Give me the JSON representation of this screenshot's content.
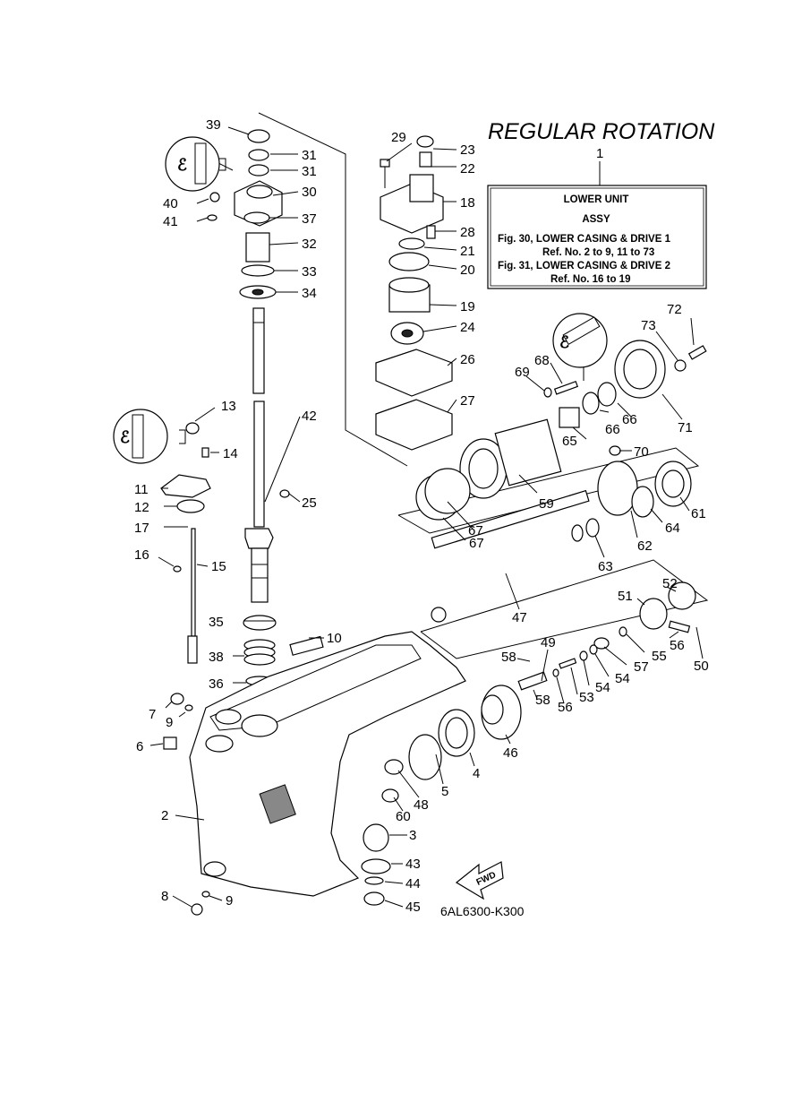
{
  "title": "REGULAR ROTATION",
  "assembly_ref": "1",
  "info_box": {
    "lines": [
      "LOWER UNIT",
      "ASSY",
      "Fig. 30, LOWER CASING & DRIVE 1",
      "Ref. No. 2 to 9, 11 to 73",
      "Fig. 31, LOWER CASING & DRIVE 2",
      "Ref. No. 16 to 19"
    ]
  },
  "diagram_code": "6AL6300-K300",
  "fwd_label": "FWD",
  "callouts": [
    "39",
    "31",
    "31",
    "30",
    "40",
    "41",
    "37",
    "32",
    "33",
    "34",
    "29",
    "23",
    "22",
    "18",
    "28",
    "21",
    "20",
    "19",
    "24",
    "26",
    "27",
    "13",
    "14",
    "11",
    "12",
    "17",
    "42",
    "25",
    "16",
    "15",
    "72",
    "73",
    "68",
    "69",
    "66",
    "66",
    "71",
    "65",
    "70",
    "59",
    "61",
    "67",
    "67",
    "64",
    "62",
    "63",
    "52",
    "51",
    "56",
    "50",
    "47",
    "49",
    "58",
    "55",
    "57",
    "54",
    "54",
    "53",
    "56",
    "58",
    "46",
    "35",
    "10",
    "38",
    "36",
    "7",
    "9",
    "6",
    "5",
    "4",
    "48",
    "60",
    "2",
    "3",
    "43",
    "44",
    "45",
    "8",
    "9"
  ],
  "icons": [
    "loctite-tube-icon",
    "grease-tube-icon",
    "sealant-tube-icon",
    "fwd-arrow-icon"
  ]
}
